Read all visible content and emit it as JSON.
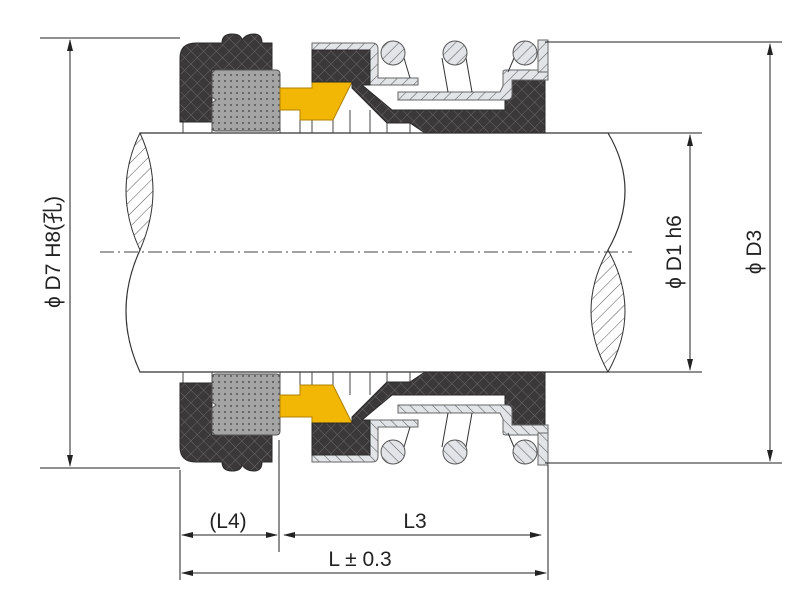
{
  "title": "Mechanical seal dimension drawing",
  "dimensions": {
    "d7": "ϕ D7  H8(孔)",
    "d1": "ϕ D1 h6",
    "d3": "ϕ D3",
    "l4": "(L4)",
    "l3": "L3",
    "l": "L ± 0.3"
  },
  "colors": {
    "rubber": "#3a3838",
    "face": "#9c9c9c",
    "seat": "#f2b705",
    "metal": "#e2e4e8",
    "line": "#222222"
  }
}
